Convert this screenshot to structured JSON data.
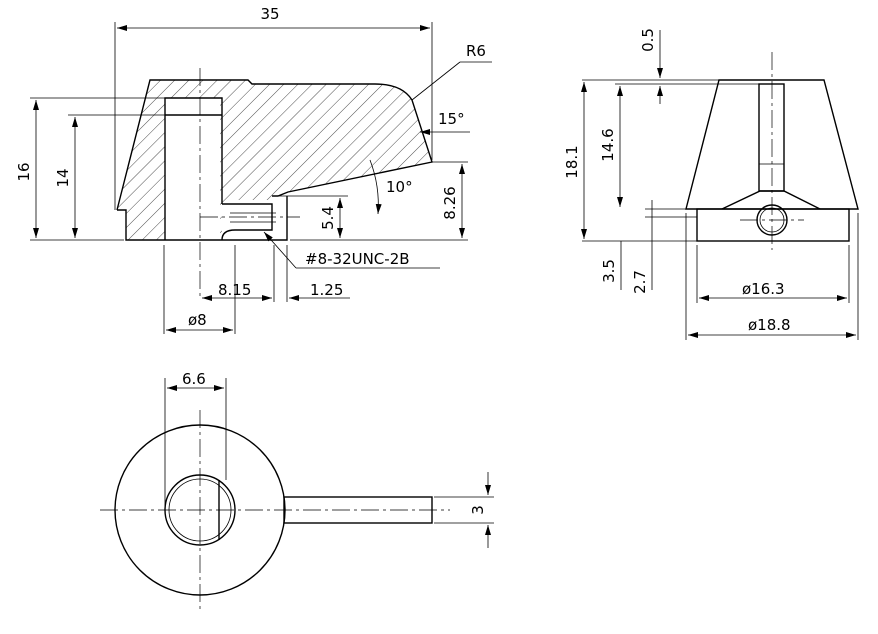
{
  "dimensions": {
    "length_35": "35",
    "radius_r6": "R6",
    "angle_15": "15°",
    "angle_10": "10°",
    "height_16": "16",
    "height_14": "14",
    "height_5_4": "5.4",
    "height_8_26": "8.26",
    "thread_callout": "#8-32UNC-2B",
    "offset_8_15": "8.15",
    "offset_1_25": "1.25",
    "diameter_8": "ø8",
    "gap_0_5": "0.5",
    "height_18_1": "18.1",
    "height_14_6": "14.6",
    "height_3_5": "3.5",
    "height_2_7": "2.7",
    "diameter_16_3": "ø16.3",
    "diameter_18_8": "ø18.8",
    "width_6_6": "6.6",
    "width_3": "3"
  }
}
